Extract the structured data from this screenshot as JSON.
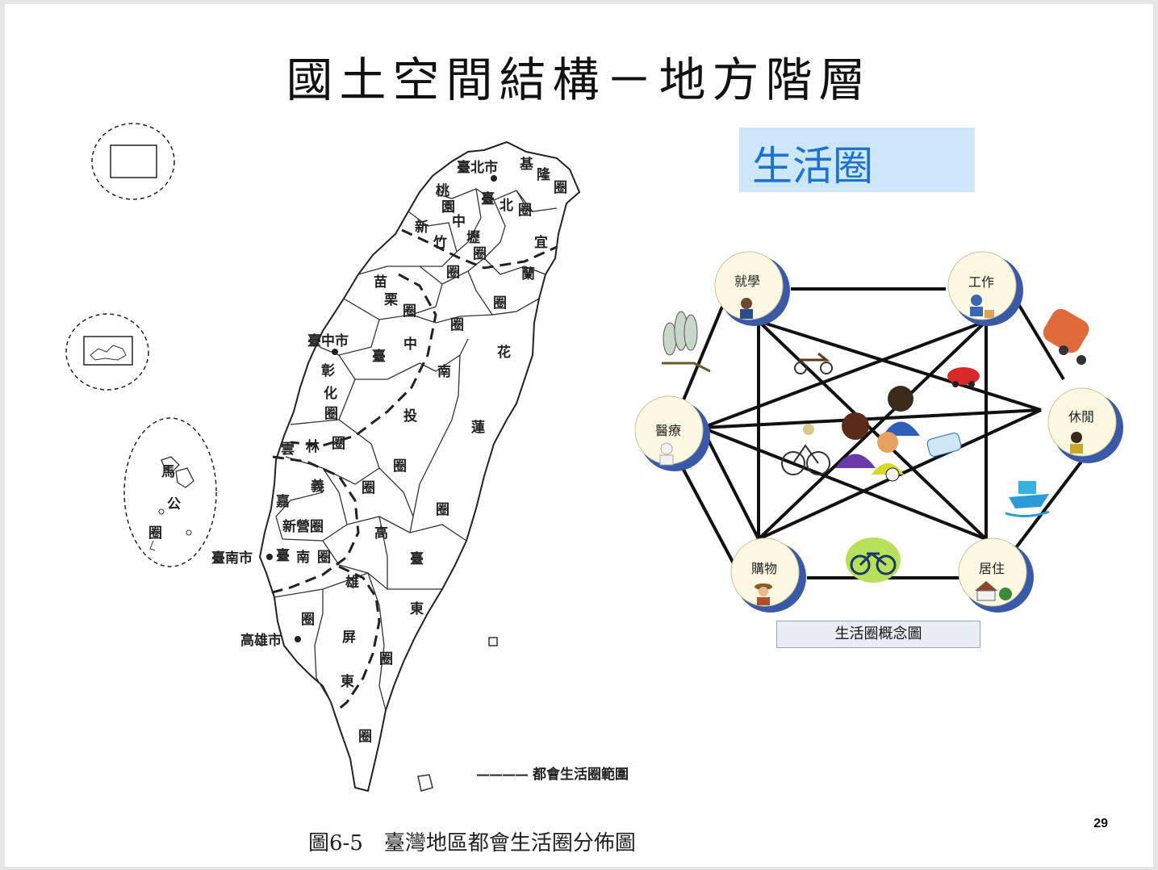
{
  "title": "國土空間結構－地方階層",
  "label_box": "生活圈",
  "page_number": "29",
  "map": {
    "caption": "圖6-5　臺灣地區都會生活圈分佈圖",
    "legend_text": "都會生活圈範圍",
    "legend_dash": "————",
    "labels": {
      "taipei_city": "臺北市",
      "keelung": "基",
      "keelung2": "隆",
      "keelung3": "圈",
      "taoyuan": "桃",
      "taoyuan2": "園",
      "zhong": "中",
      "li": "壢",
      "taoyuan_quan": "圈",
      "taibei": "臺",
      "taibei2": "北",
      "taibei_quan": "圈",
      "hsinchu": "新",
      "hsinchu2": "竹",
      "hsinchu_quan": "圈",
      "yilan": "宜",
      "yilan2": "蘭",
      "yilan_quan": "圈",
      "miaoli": "苗",
      "miaoli2": "栗",
      "miaoli_quan": "圈",
      "taichung_city": "臺中市",
      "taichung": "臺",
      "taichung2": "中",
      "taichung_quan": "圈",
      "hualien": "花",
      "hualien2": "蓮",
      "hualien_quan": "圈",
      "changhua": "彰",
      "changhua2": "化",
      "changhua_quan": "圈",
      "nantou": "南",
      "nantou2": "投",
      "nantou_quan": "圈",
      "yunlin": "雲",
      "yunlin2": "林",
      "yunlin_quan": "圈",
      "chiayi": "嘉",
      "chiayi2": "義",
      "chiayi_quan": "圈",
      "xinying": "新營圈",
      "tainan_city": "臺南市",
      "tainan": "臺",
      "tainan2": "南",
      "tainan_quan": "圈",
      "kaohsiung": "高",
      "kaohsiung2": "雄",
      "kaohsiung_quan": "圈",
      "kaohsiung_city": "高雄市",
      "pingtung": "屏",
      "pingtung2": "東",
      "pingtung_quan": "圈",
      "taitung": "臺",
      "taitung2": "東",
      "taitung_quan": "圈",
      "magong": "馬",
      "magong2": "公",
      "magong_quan": "圈"
    }
  },
  "concept": {
    "caption": "生活圈概念圖",
    "nodes": [
      "就學",
      "工作",
      "休閒",
      "居住",
      "購物",
      "醫療"
    ]
  }
}
